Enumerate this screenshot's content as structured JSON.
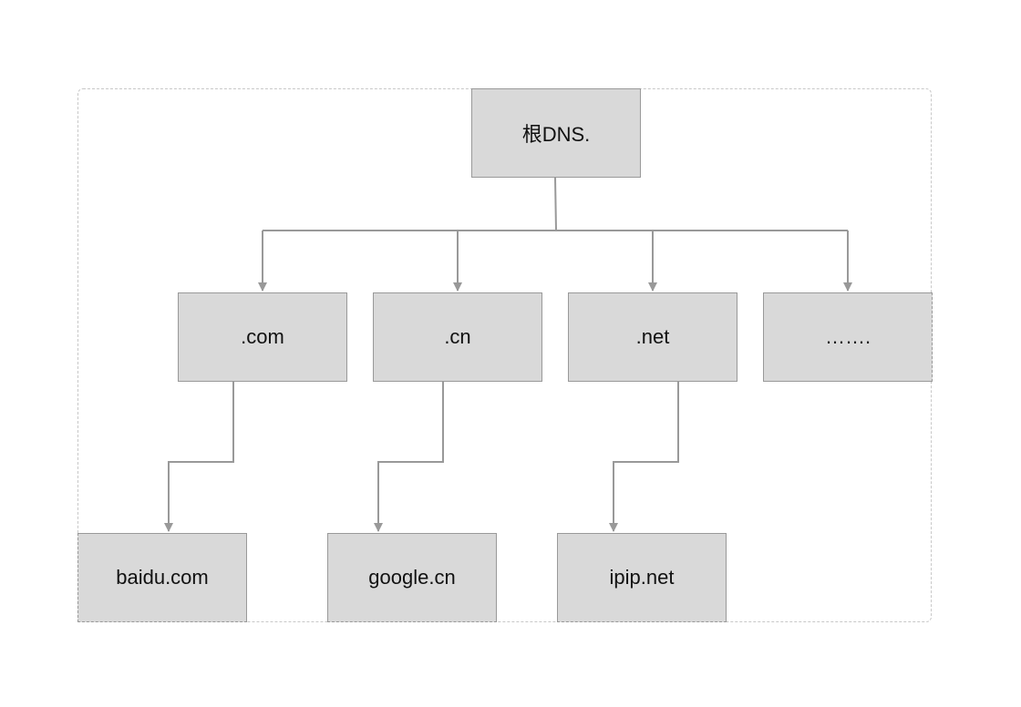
{
  "diagram": {
    "root": {
      "label": "根DNS."
    },
    "tlds": [
      {
        "label": ".com"
      },
      {
        "label": ".cn"
      },
      {
        "label": ".net"
      },
      {
        "label": "……."
      }
    ],
    "domains": [
      {
        "label": "baidu.com"
      },
      {
        "label": "google.cn"
      },
      {
        "label": "ipip.net"
      }
    ],
    "colors": {
      "node_fill": "#d9d9d9",
      "node_border": "#999999",
      "connector": "#999999",
      "frame_border": "#c8c8c8"
    }
  }
}
